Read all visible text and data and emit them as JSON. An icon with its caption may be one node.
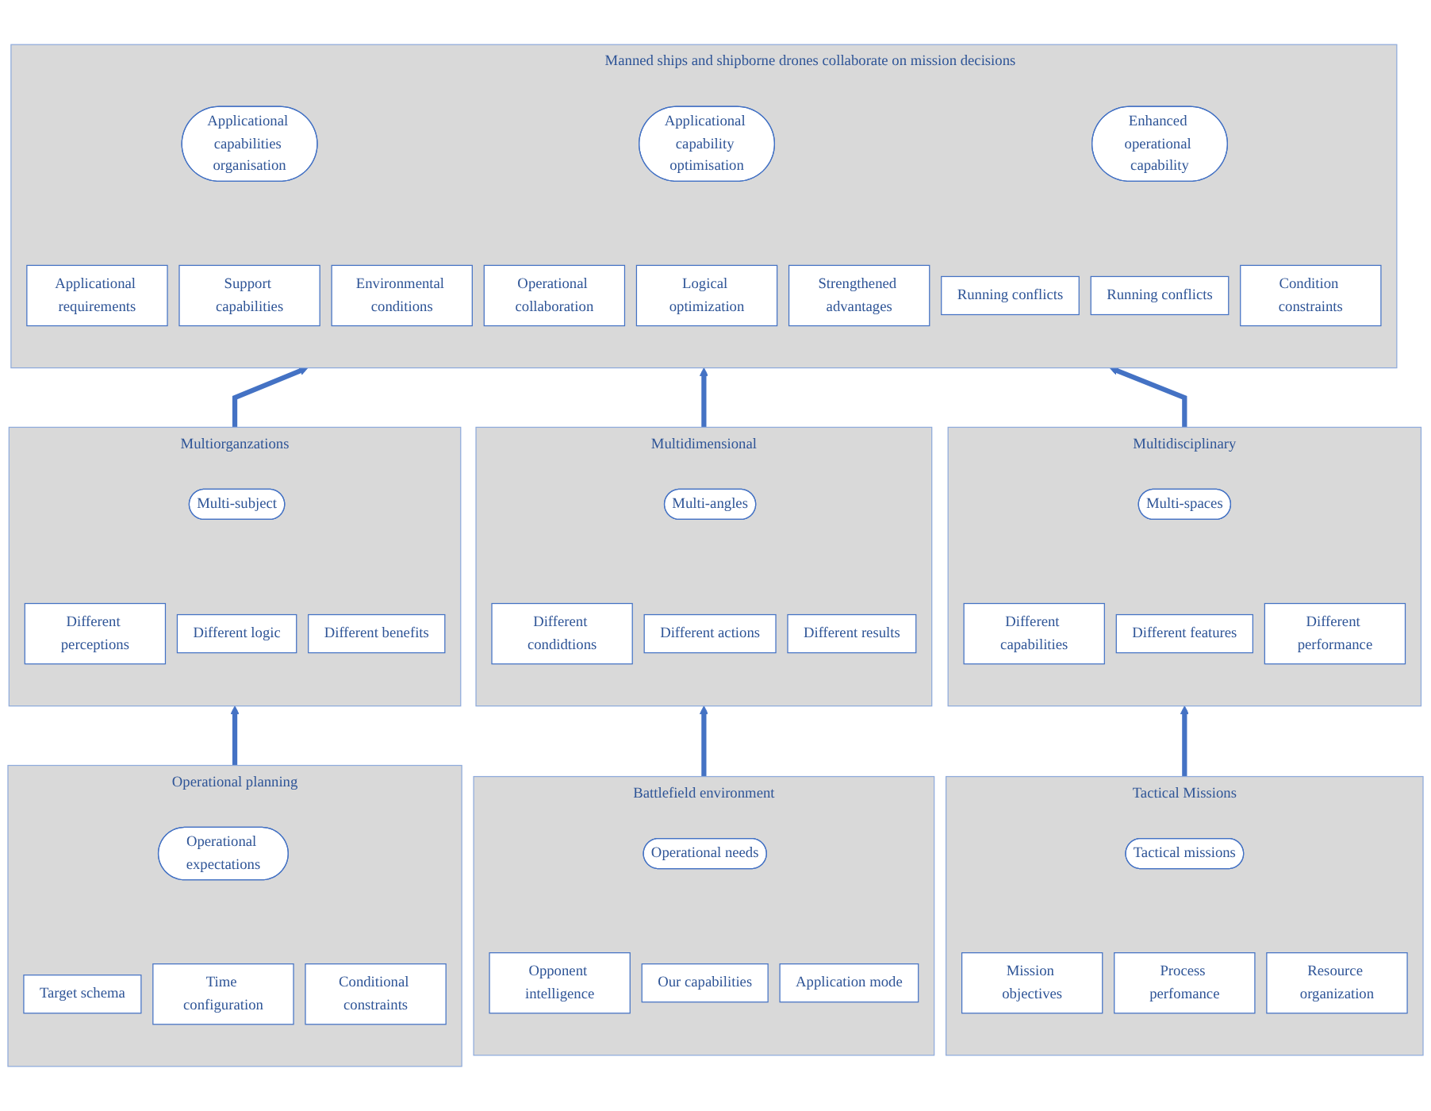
{
  "diagram": {
    "nodes": [
      {
        "text": [
          "Manned ships and shipborne drones collaborate on mission decisions"
        ]
      },
      {
        "text": [
          "Applicational capabilities organisation"
        ],
        "in": 0
      },
      {
        "text": [
          "Applicational requirements"
        ],
        "in": 0
      },
      {
        "text": [
          "Support capabilities"
        ],
        "in": 0
      },
      {
        "text": [
          "Environmental conditions"
        ],
        "in": 0
      },
      {
        "text": [
          "Applicational capability optimisation"
        ],
        "in": 0
      },
      {
        "text": [
          "Operational collaboration"
        ],
        "in": 0
      },
      {
        "text": [
          "Logical optimization"
        ],
        "in": 0
      },
      {
        "text": [
          "Strengthened advantages"
        ],
        "in": 0
      },
      {
        "text": [
          "Enhanced operational capability"
        ],
        "in": 0
      },
      {
        "text": [
          "Running conflicts"
        ],
        "in": 0
      },
      {
        "text": [
          "Running conflicts"
        ],
        "in": 0
      },
      {
        "text": [
          "Condition constraints"
        ],
        "in": 0
      },
      {
        "text": [
          "Multiorganzations"
        ]
      },
      {
        "text": [
          "Multi-subject"
        ],
        "in": 13
      },
      {
        "text": [
          "Different perceptions"
        ],
        "in": 13
      },
      {
        "text": [
          "Different logic"
        ],
        "in": 13
      },
      {
        "text": [
          "Different benefits"
        ],
        "in": 13
      },
      {
        "text": [
          "Multidimensional"
        ]
      },
      {
        "text": [
          "Multi-angles"
        ],
        "in": 18
      },
      {
        "text": [
          "Different condidtions"
        ],
        "in": 18
      },
      {
        "text": [
          "Different actions"
        ],
        "in": 18
      },
      {
        "text": [
          "Different results"
        ],
        "in": 18
      },
      {
        "text": [
          "Multidisciplinary"
        ]
      },
      {
        "text": [
          "Multi-spaces"
        ],
        "in": 23
      },
      {
        "text": [
          "Different capabilities"
        ],
        "in": 23
      },
      {
        "text": [
          "Different features"
        ],
        "in": 23
      },
      {
        "text": [
          "Different performance"
        ],
        "in": 23
      },
      {
        "text": [
          "Operational planning"
        ]
      },
      {
        "text": [
          "Operational expectations"
        ],
        "in": 28
      },
      {
        "text": [
          "Target schema"
        ],
        "in": 28
      },
      {
        "text": [
          "Time configuration"
        ],
        "in": 28
      },
      {
        "text": [
          "Conditional constraints"
        ],
        "in": 28
      },
      {
        "text": [
          "Battlefield environment"
        ]
      },
      {
        "text": [
          "Operational needs"
        ],
        "in": 33
      },
      {
        "text": [
          "Opponent intelligence"
        ],
        "in": 33
      },
      {
        "text": [
          "Our capabilities"
        ],
        "in": 33
      },
      {
        "text": [
          "Application mode"
        ],
        "in": 33
      },
      {
        "text": [
          "Tactical Missions"
        ]
      },
      {
        "text": [
          "Tactical missions"
        ],
        "in": 38
      },
      {
        "text": [
          "Mission objectives"
        ],
        "in": 38
      },
      {
        "text": [
          "Process perfomance"
        ],
        "in": 38
      },
      {
        "text": [
          "Resource organization"
        ],
        "in": 38
      }
    ],
    "edges": [
      {
        "from": 13,
        "to": 0,
        "arrow": "to"
      },
      {
        "from": 18,
        "to": 0,
        "arrow": "to"
      },
      {
        "from": 23,
        "to": 0,
        "arrow": "to"
      },
      {
        "from": 28,
        "to": 13,
        "arrow": "to"
      },
      {
        "from": 33,
        "to": 18,
        "arrow": "to"
      },
      {
        "from": 38,
        "to": 23,
        "arrow": "to"
      }
    ]
  }
}
